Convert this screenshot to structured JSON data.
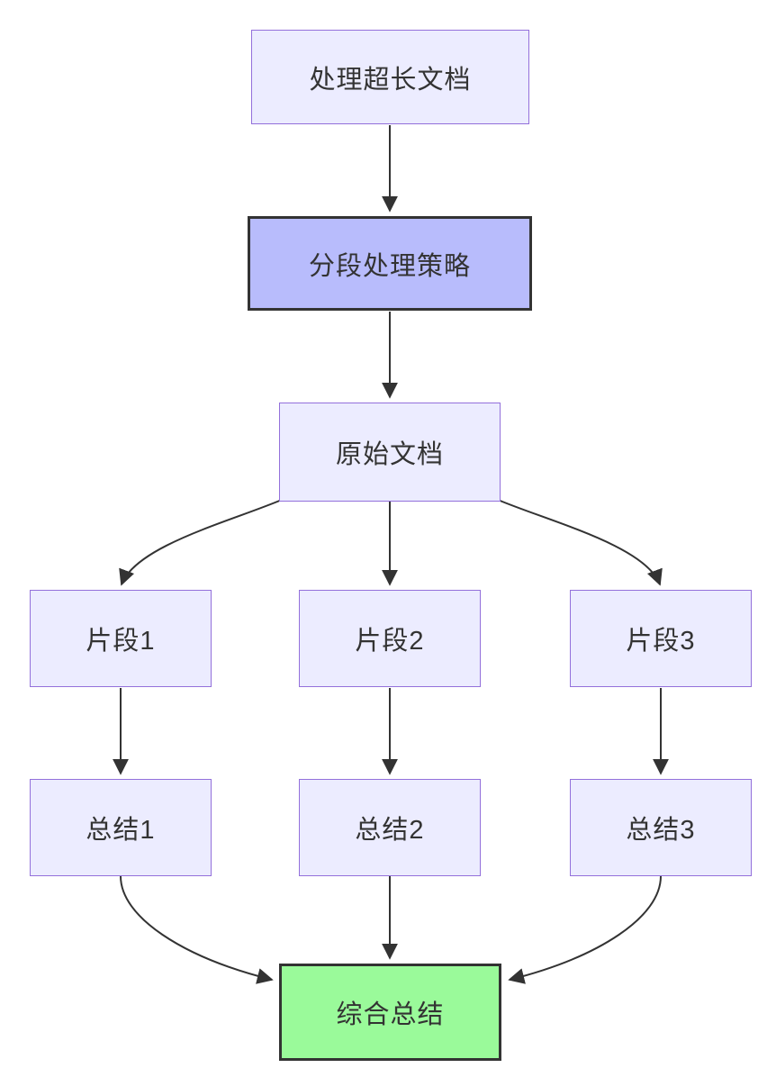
{
  "diagram": {
    "type": "flowchart",
    "direction": "top-down",
    "nodes": {
      "start": {
        "label": "处理超长文档",
        "style": "default"
      },
      "strategy": {
        "label": "分段处理策略",
        "style": "emphasis"
      },
      "source": {
        "label": "原始文档",
        "style": "default"
      },
      "fragment1": {
        "label": "片段1",
        "style": "default"
      },
      "fragment2": {
        "label": "片段2",
        "style": "default"
      },
      "fragment3": {
        "label": "片段3",
        "style": "default"
      },
      "summary1": {
        "label": "总结1",
        "style": "default"
      },
      "summary2": {
        "label": "总结2",
        "style": "default"
      },
      "summary3": {
        "label": "总结3",
        "style": "default"
      },
      "final": {
        "label": "综合总结",
        "style": "result"
      }
    },
    "edges": [
      {
        "from": "处理超长文档",
        "to": "分段处理策略"
      },
      {
        "from": "分段处理策略",
        "to": "原始文档"
      },
      {
        "from": "原始文档",
        "to": "片段1"
      },
      {
        "from": "原始文档",
        "to": "片段2"
      },
      {
        "from": "原始文档",
        "to": "片段3"
      },
      {
        "from": "片段1",
        "to": "总结1"
      },
      {
        "from": "片段2",
        "to": "总结2"
      },
      {
        "from": "片段3",
        "to": "总结3"
      },
      {
        "from": "总结1",
        "to": "综合总结"
      },
      {
        "from": "总结2",
        "to": "综合总结"
      },
      {
        "from": "总结3",
        "to": "综合总结"
      }
    ],
    "colors": {
      "node_fill": "#ECECFF",
      "node_border": "#9370DB",
      "emphasis_fill": "#B8BCFC",
      "emphasis_border": "#333333",
      "result_fill": "#9AFA9A",
      "result_border": "#333333",
      "edge_stroke": "#333333",
      "text": "#333333",
      "background": "#FFFFFF"
    }
  }
}
